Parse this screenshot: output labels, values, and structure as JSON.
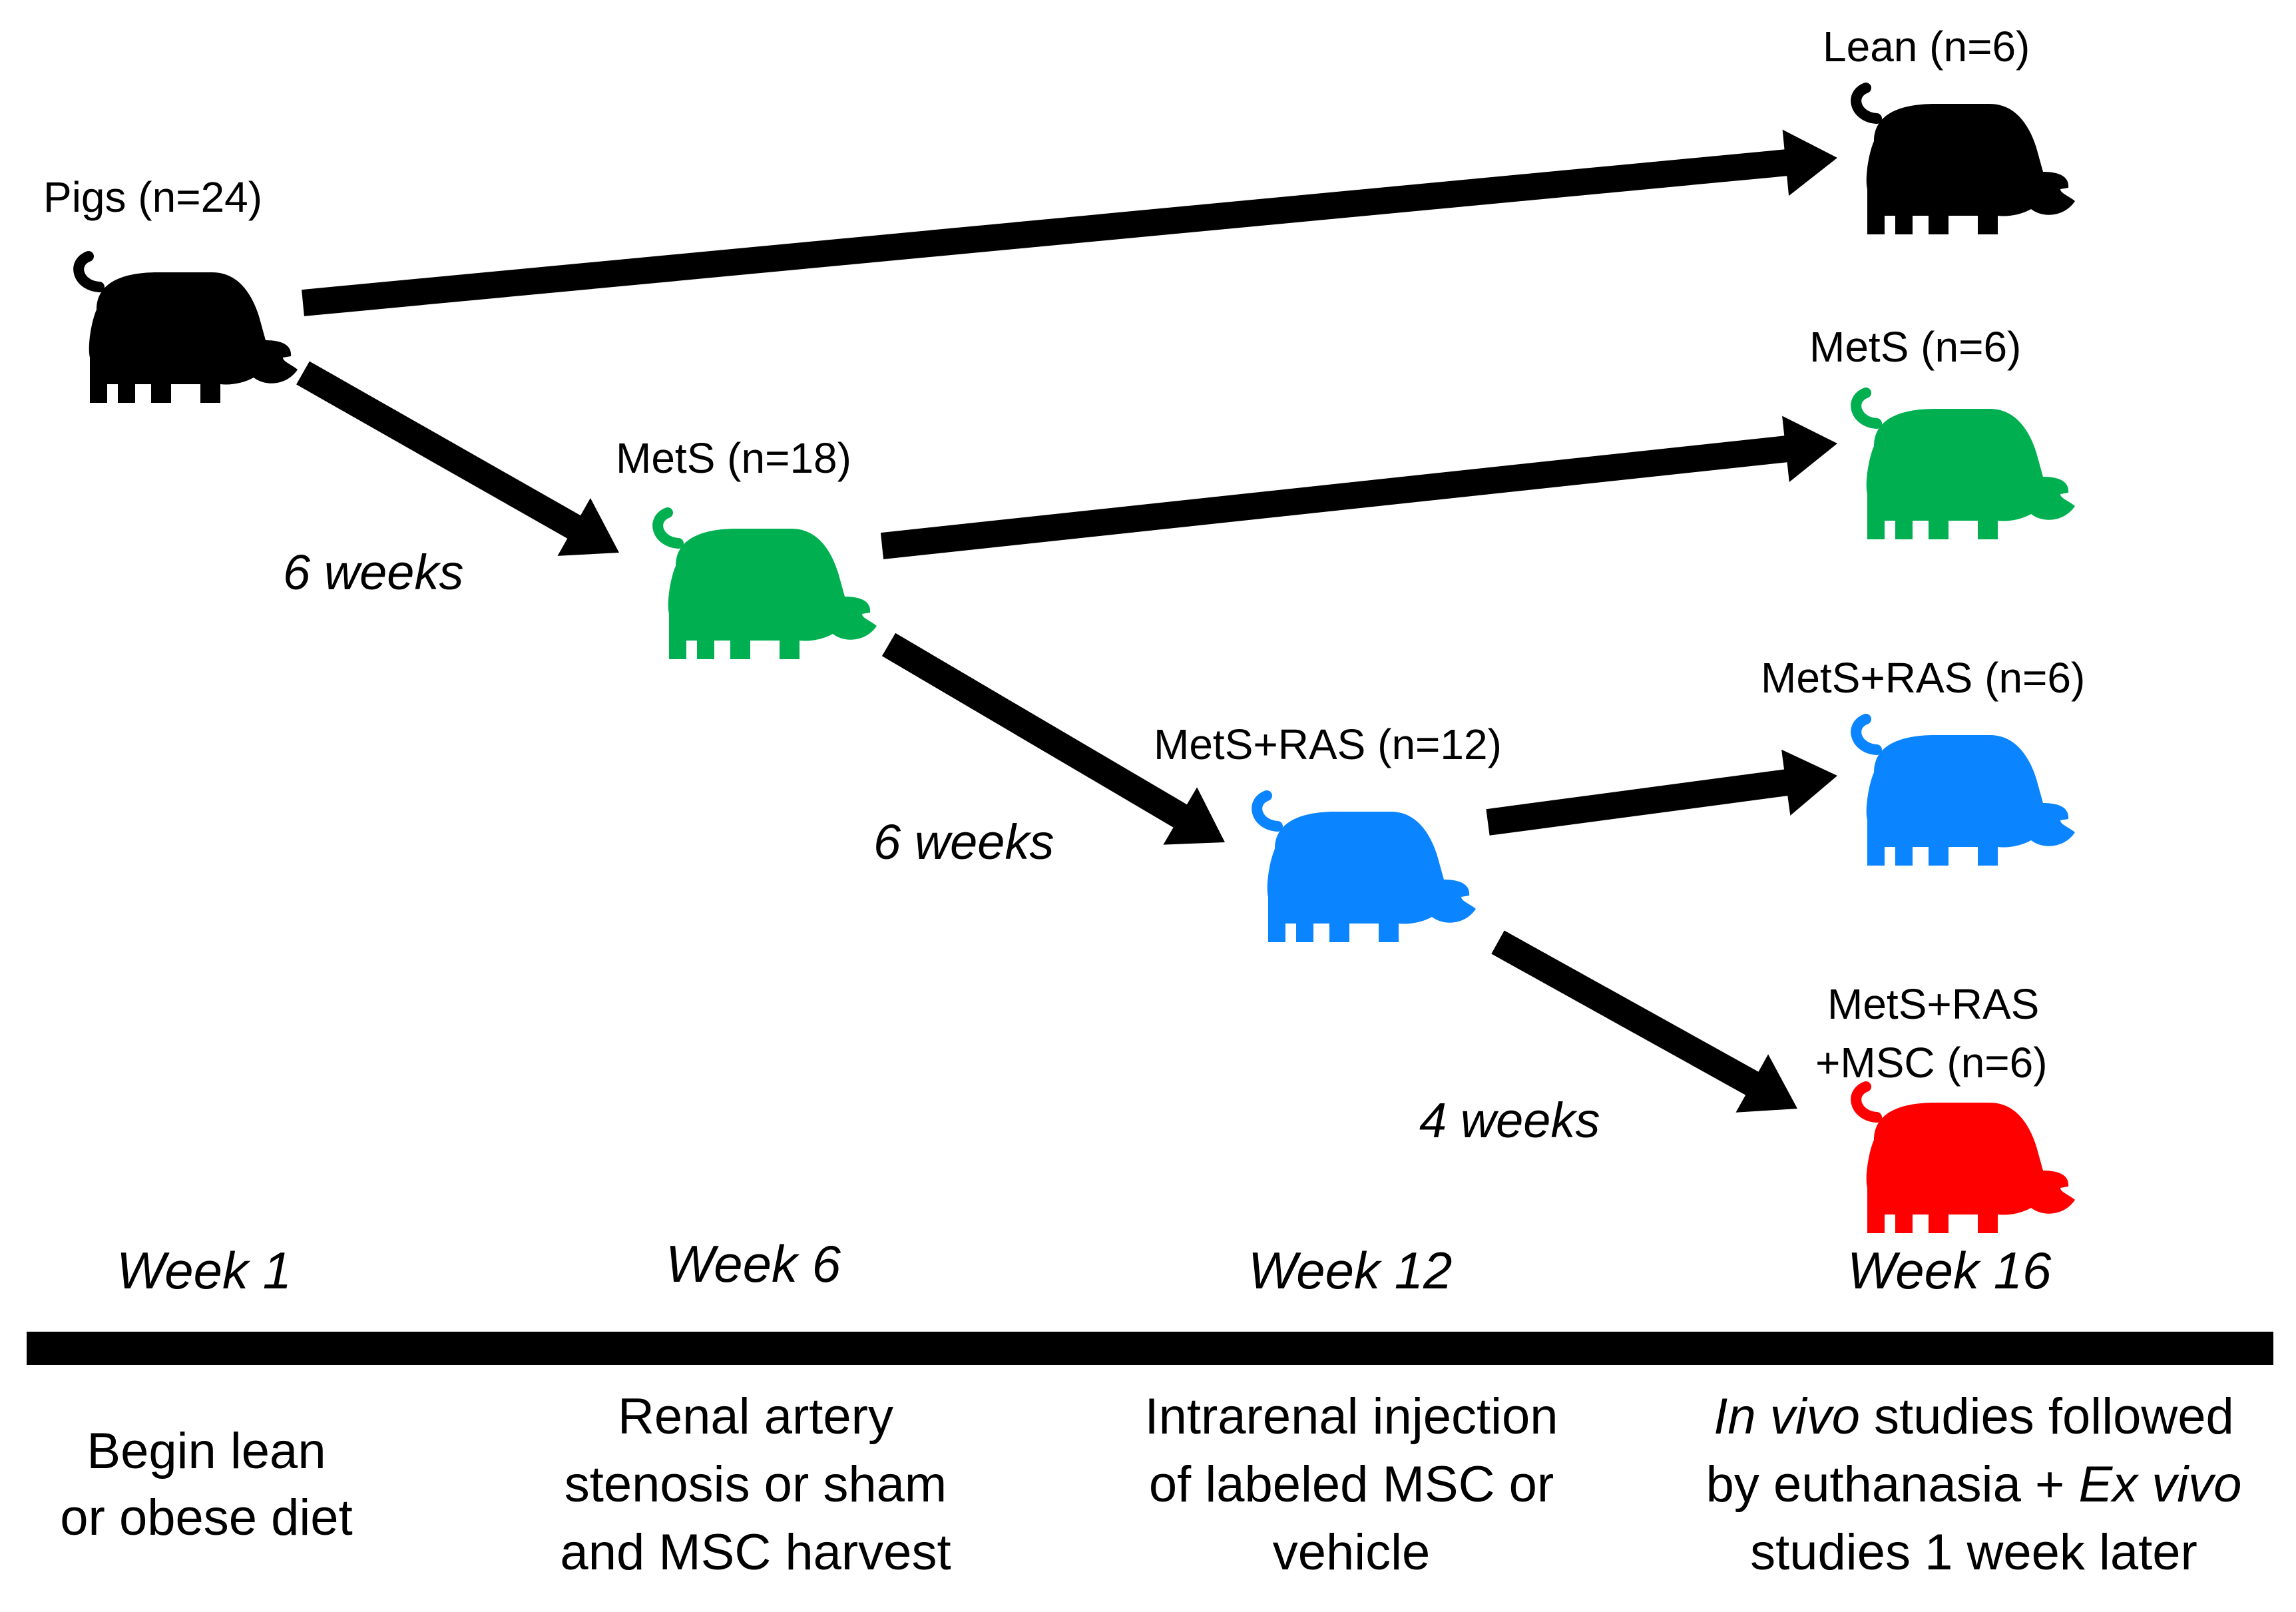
{
  "colors": {
    "start": "#000000",
    "lean": "#000000",
    "mets": "#00b050",
    "mets_ras": "#0a84ff",
    "mets_ras_msc": "#ff0000",
    "arrow": "#000000",
    "timeline": "#000000"
  },
  "icons": {
    "group": "pig-icon"
  },
  "groups": {
    "start": "Pigs (n=24)",
    "mets_mid": "MetS (n=18)",
    "mets_ras_mid": "MetS+RAS (n=12)",
    "lean_end": "Lean (n=6)",
    "mets_end": "MetS (n=6)",
    "mets_ras_end": "MetS+RAS (n=6)",
    "mets_ras_msc_end_line1": "MetS+RAS",
    "mets_ras_msc_end_line2": "+MSC (n=6)"
  },
  "durations": {
    "first": "6 weeks",
    "second": "6 weeks",
    "third": "4 weeks"
  },
  "timeline": {
    "weeks": [
      "Week 1",
      "Week 6",
      "Week 12",
      "Week 16"
    ],
    "events": {
      "week1": {
        "line1": "Begin lean",
        "line2": "or obese diet"
      },
      "week6": {
        "line1": "Renal artery",
        "line2": "stenosis or sham",
        "line3": "and MSC harvest"
      },
      "week12": {
        "line1": "Intrarenal injection",
        "line2": "of labeled MSC or",
        "line3": "vehicle"
      },
      "week16": {
        "line1_italic": "In vivo",
        "line1_rest": " studies followed",
        "line2_rest": "by euthanasia + ",
        "line2_italic": "Ex vivo",
        "line3": "studies 1 week later"
      }
    }
  }
}
